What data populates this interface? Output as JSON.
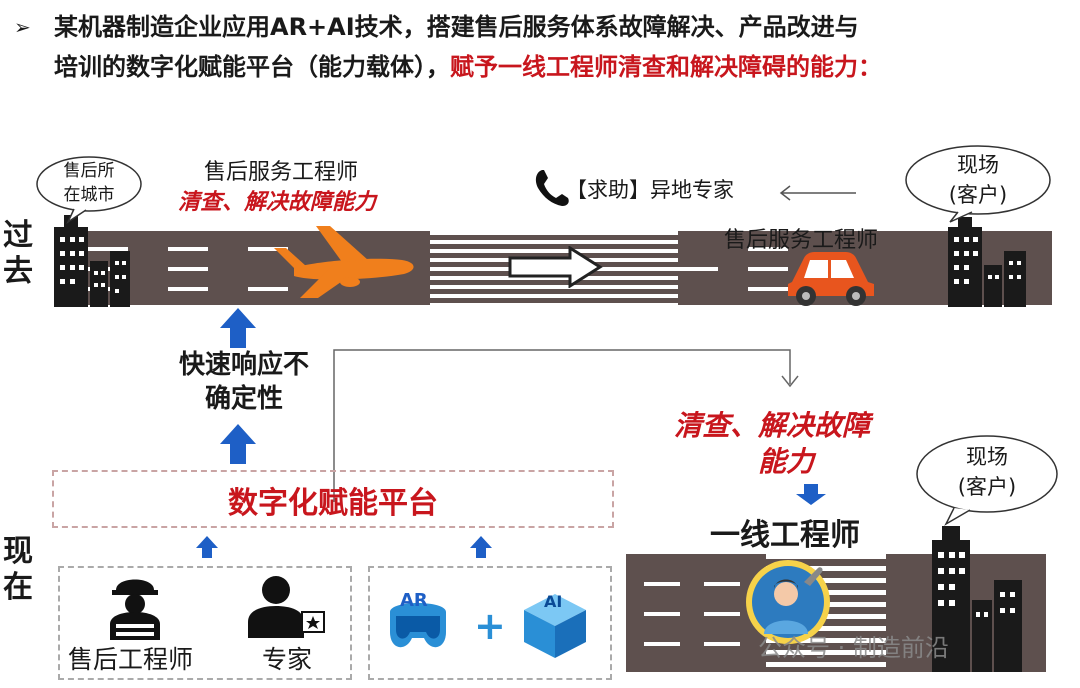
{
  "header": {
    "bullet": "➢",
    "line1": "某机器制造企业应用AR+AI技术，搭建售后服务体系故障解决、产品改进与",
    "line2_black": "培训的数字化赋能平台（能力载体），",
    "line2_red": "赋予一线工程师清查和解决障碍的能力："
  },
  "past": {
    "era_label_1": "过",
    "era_label_2": "去",
    "city_bubble_1": "售后所",
    "city_bubble_2": "在城市",
    "engineer_title": "售后服务工程师",
    "engineer_ability": "清查、解决故障能力",
    "help_text": "【求助】异地专家",
    "car_engineer": "售后服务工程师",
    "site_bubble_1": "现场",
    "site_bubble_2": "(客户)"
  },
  "middle": {
    "response_1": "快速响应不",
    "response_2": "确定性",
    "ability_1": "清查、解决故障",
    "ability_2": "能力"
  },
  "present": {
    "era_label_1": "现",
    "era_label_2": "在",
    "platform": "数字化赋能平台",
    "engineer_role": "售后工程师",
    "expert_role": "专家",
    "ar_label": "AR",
    "plus": "+",
    "ai_label": "AI",
    "frontline": "一线工程师",
    "site_bubble_1": "现场",
    "site_bubble_2": "(客户)"
  },
  "watermark": "公众号 · 制造前沿",
  "colors": {
    "accent_red": "#c8161d",
    "road": "#5e504e",
    "arrow_blue": "#1e5fc6",
    "plane_orange": "#f07f1c",
    "car_orange": "#e8551e"
  }
}
